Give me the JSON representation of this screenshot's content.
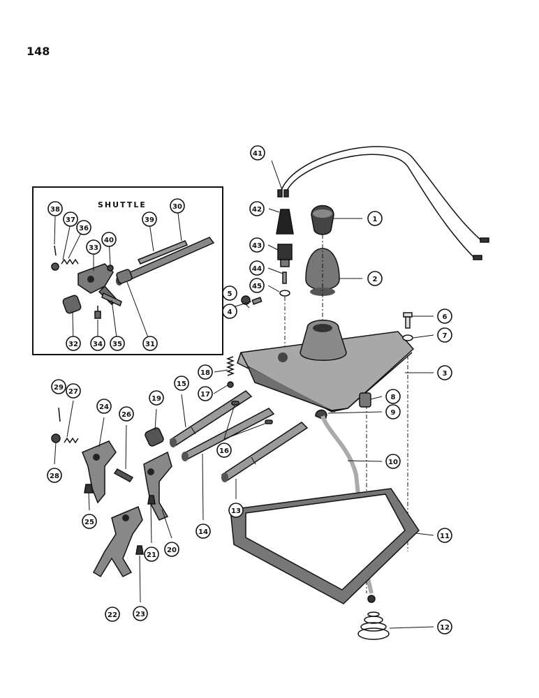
{
  "page_number": "148",
  "inset_title": "SHUTTLE",
  "callouts": [
    "1",
    "2",
    "3",
    "4",
    "5",
    "6",
    "7",
    "8",
    "9",
    "10",
    "11",
    "12",
    "13",
    "14",
    "15",
    "16",
    "17",
    "18",
    "19",
    "20",
    "21",
    "22",
    "23",
    "24",
    "25",
    "26",
    "27",
    "28",
    "29",
    "30",
    "31",
    "32",
    "33",
    "34",
    "35",
    "36",
    "37",
    "38",
    "39",
    "40",
    "41",
    "42",
    "43",
    "44",
    "45"
  ]
}
